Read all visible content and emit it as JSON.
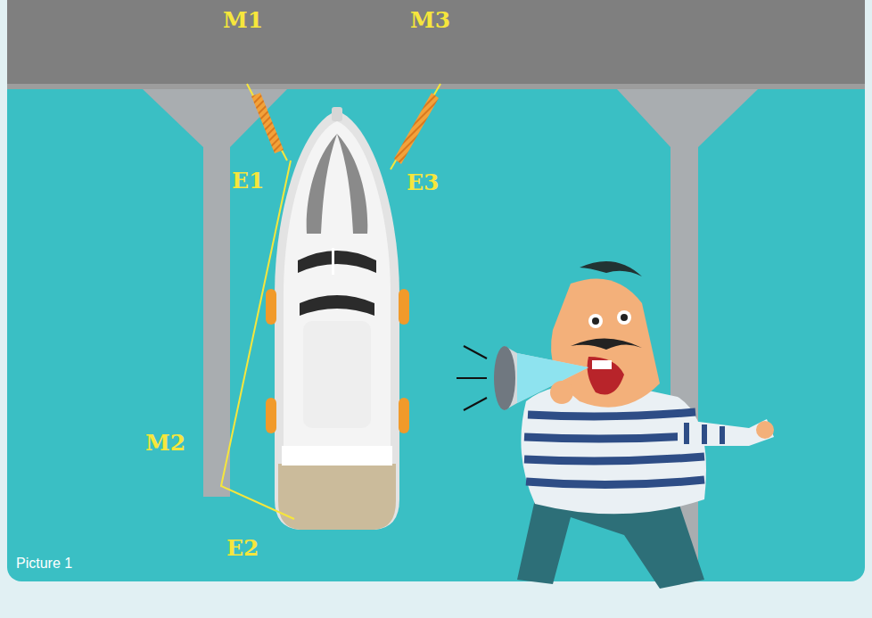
{
  "diagram": {
    "caption": "Picture 1",
    "labels": [
      "M1",
      "M3",
      "E1",
      "E3",
      "M2",
      "E2"
    ]
  }
}
